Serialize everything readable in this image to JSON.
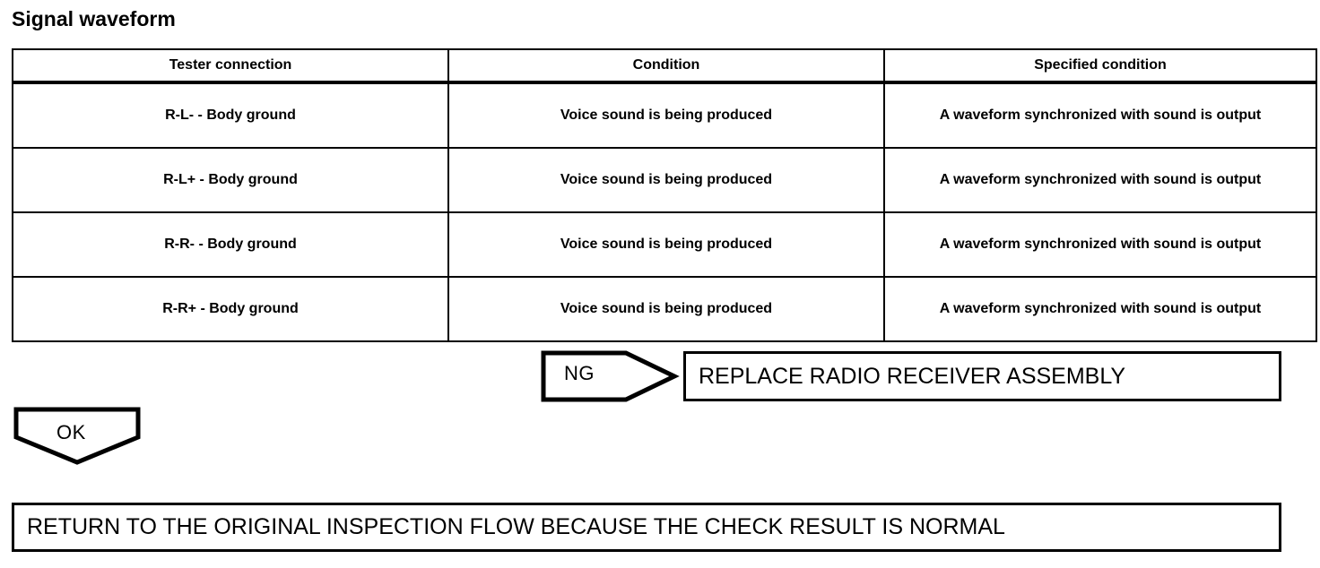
{
  "page": {
    "title": "Signal waveform"
  },
  "table": {
    "headers": [
      "Tester connection",
      "Condition",
      "Specified condition"
    ],
    "rows": [
      {
        "tester_connection": "R-L- - Body ground",
        "condition": "Voice sound is being produced",
        "specified_condition": "A waveform synchronized with sound is output"
      },
      {
        "tester_connection": "R-L+ - Body ground",
        "condition": "Voice sound is being produced",
        "specified_condition": "A waveform synchronized with sound is output"
      },
      {
        "tester_connection": "R-R- - Body ground",
        "condition": "Voice sound is being produced",
        "specified_condition": "A waveform synchronized with sound is output"
      },
      {
        "tester_connection": "R-R+ - Body ground",
        "condition": "Voice sound is being produced",
        "specified_condition": "A waveform synchronized with sound is output"
      }
    ]
  },
  "flow": {
    "ng_label": "NG",
    "ok_label": "OK",
    "ng_result": "REPLACE RADIO RECEIVER ASSEMBLY",
    "ok_result": "RETURN TO THE ORIGINAL INSPECTION FLOW BECAUSE THE CHECK RESULT IS NORMAL"
  },
  "colors": {
    "ink": "#000000",
    "paper": "#ffffff"
  }
}
